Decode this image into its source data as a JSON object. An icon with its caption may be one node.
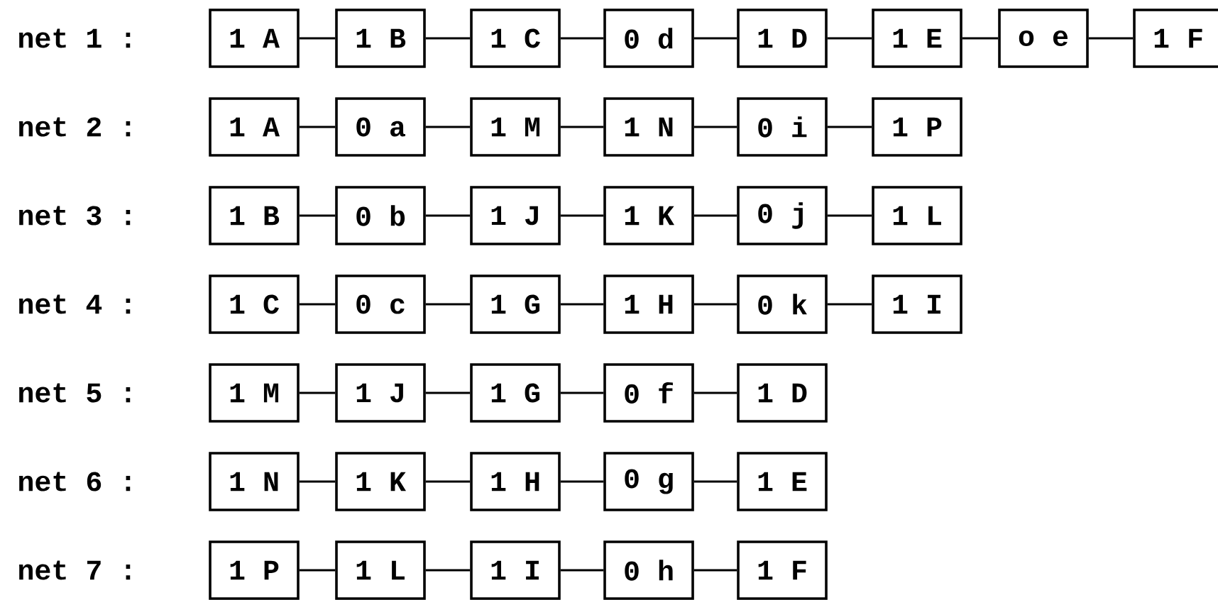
{
  "diagram": {
    "nodes": [
      {
        "text": [
          "1 A"
        ]
      },
      {
        "text": [
          "1 B"
        ]
      },
      {
        "text": [
          "1 C"
        ]
      },
      {
        "text": [
          "0 d"
        ]
      },
      {
        "text": [
          "1 D"
        ]
      },
      {
        "text": [
          "1 E"
        ]
      },
      {
        "text": [
          "o e"
        ]
      },
      {
        "text": [
          "1 F"
        ]
      },
      {
        "text": [
          "1 A"
        ]
      },
      {
        "text": [
          "0 a"
        ]
      },
      {
        "text": [
          "1 M"
        ]
      },
      {
        "text": [
          "1 N"
        ]
      },
      {
        "text": [
          "0 i"
        ]
      },
      {
        "text": [
          "1 P"
        ]
      },
      {
        "text": [
          "1 B"
        ]
      },
      {
        "text": [
          "0 b"
        ]
      },
      {
        "text": [
          "1 J"
        ]
      },
      {
        "text": [
          "1 K"
        ]
      },
      {
        "text": [
          "0 j"
        ]
      },
      {
        "text": [
          "1 L"
        ]
      },
      {
        "text": [
          "1 C"
        ]
      },
      {
        "text": [
          "0 c"
        ]
      },
      {
        "text": [
          "1 G"
        ]
      },
      {
        "text": [
          "1 H"
        ]
      },
      {
        "text": [
          "0 k"
        ]
      },
      {
        "text": [
          "1 I"
        ]
      },
      {
        "text": [
          "1 M"
        ]
      },
      {
        "text": [
          "1 J"
        ]
      },
      {
        "text": [
          "1 G"
        ]
      },
      {
        "text": [
          "0 f"
        ]
      },
      {
        "text": [
          "1 D"
        ]
      },
      {
        "text": [
          "1 N"
        ]
      },
      {
        "text": [
          "1 K"
        ]
      },
      {
        "text": [
          "1 H"
        ]
      },
      {
        "text": [
          "0 g"
        ]
      },
      {
        "text": [
          "1 E"
        ]
      },
      {
        "text": [
          "1 P"
        ]
      },
      {
        "text": [
          "1 L"
        ]
      },
      {
        "text": [
          "1 I"
        ]
      },
      {
        "text": [
          "0 h"
        ]
      },
      {
        "text": [
          "1 F"
        ]
      }
    ],
    "edges": [
      {
        "from": 0,
        "to": 1,
        "arrow": "none"
      },
      {
        "from": 1,
        "to": 2,
        "arrow": "none"
      },
      {
        "from": 2,
        "to": 3,
        "arrow": "none"
      },
      {
        "from": 3,
        "to": 4,
        "arrow": "none"
      },
      {
        "from": 4,
        "to": 5,
        "arrow": "none"
      },
      {
        "from": 5,
        "to": 6,
        "arrow": "none"
      },
      {
        "from": 6,
        "to": 7,
        "arrow": "none"
      },
      {
        "from": 8,
        "to": 9,
        "arrow": "none"
      },
      {
        "from": 9,
        "to": 10,
        "arrow": "none"
      },
      {
        "from": 10,
        "to": 11,
        "arrow": "none"
      },
      {
        "from": 11,
        "to": 12,
        "arrow": "none"
      },
      {
        "from": 12,
        "to": 13,
        "arrow": "none"
      },
      {
        "from": 14,
        "to": 15,
        "arrow": "none"
      },
      {
        "from": 15,
        "to": 16,
        "arrow": "none"
      },
      {
        "from": 16,
        "to": 17,
        "arrow": "none"
      },
      {
        "from": 17,
        "to": 18,
        "arrow": "none"
      },
      {
        "from": 18,
        "to": 19,
        "arrow": "none"
      },
      {
        "from": 20,
        "to": 21,
        "arrow": "none"
      },
      {
        "from": 21,
        "to": 22,
        "arrow": "none"
      },
      {
        "from": 22,
        "to": 23,
        "arrow": "none"
      },
      {
        "from": 23,
        "to": 24,
        "arrow": "none"
      },
      {
        "from": 24,
        "to": 25,
        "arrow": "none"
      },
      {
        "from": 26,
        "to": 27,
        "arrow": "none"
      },
      {
        "from": 27,
        "to": 28,
        "arrow": "none"
      },
      {
        "from": 28,
        "to": 29,
        "arrow": "none"
      },
      {
        "from": 29,
        "to": 30,
        "arrow": "none"
      },
      {
        "from": 31,
        "to": 32,
        "arrow": "none"
      },
      {
        "from": 32,
        "to": 33,
        "arrow": "none"
      },
      {
        "from": 33,
        "to": 34,
        "arrow": "none"
      },
      {
        "from": 34,
        "to": 35,
        "arrow": "none"
      },
      {
        "from": 36,
        "to": 37,
        "arrow": "none"
      },
      {
        "from": 37,
        "to": 38,
        "arrow": "none"
      },
      {
        "from": 38,
        "to": 39,
        "arrow": "none"
      },
      {
        "from": 39,
        "to": 40,
        "arrow": "none"
      }
    ],
    "labels": [
      "net 1 :",
      "net 2 :",
      "net 3 :",
      "net 4 :",
      "net 5 :",
      "net 6 :",
      "net 7 :"
    ]
  }
}
